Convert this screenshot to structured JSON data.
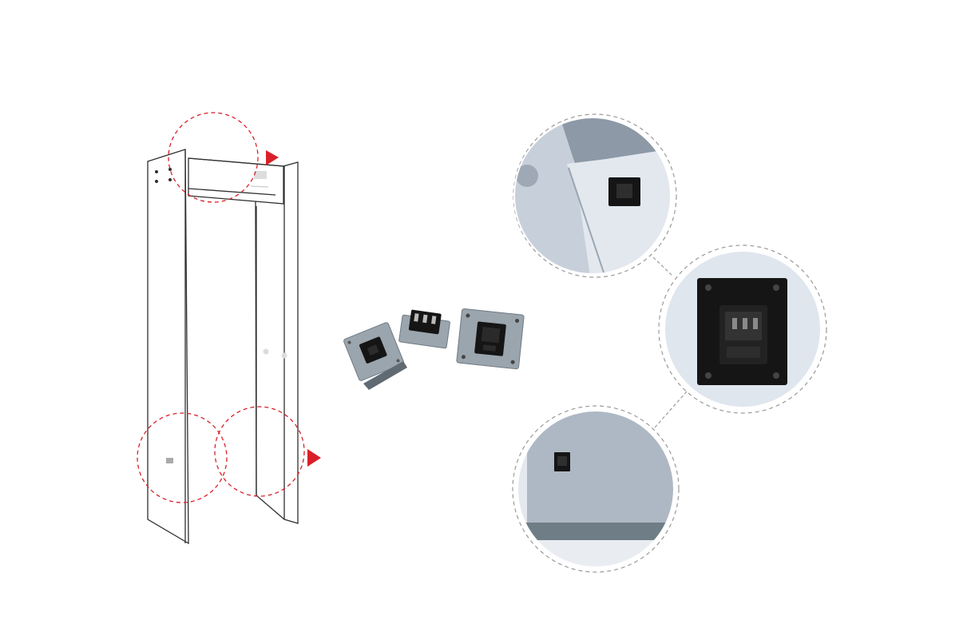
{
  "colors": {
    "line": "#2f2f2f",
    "highlight": "#d9202a",
    "panel_light": "#e3e8ef",
    "panel_mid": "#b9c3cf",
    "panel_dark": "#7c8894",
    "socket": "#151515",
    "plate": "#9aa5ae",
    "floor": "#6f7d86",
    "connector_dash": "#9a9a9a"
  },
  "icons": {
    "arrow_top": "red-triangle-arrow",
    "arrow_bottom": "red-triangle-arrow"
  },
  "callouts": [
    {
      "name": "top-power-socket"
    },
    {
      "name": "socket-closeup"
    },
    {
      "name": "bottom-power-socket"
    }
  ]
}
